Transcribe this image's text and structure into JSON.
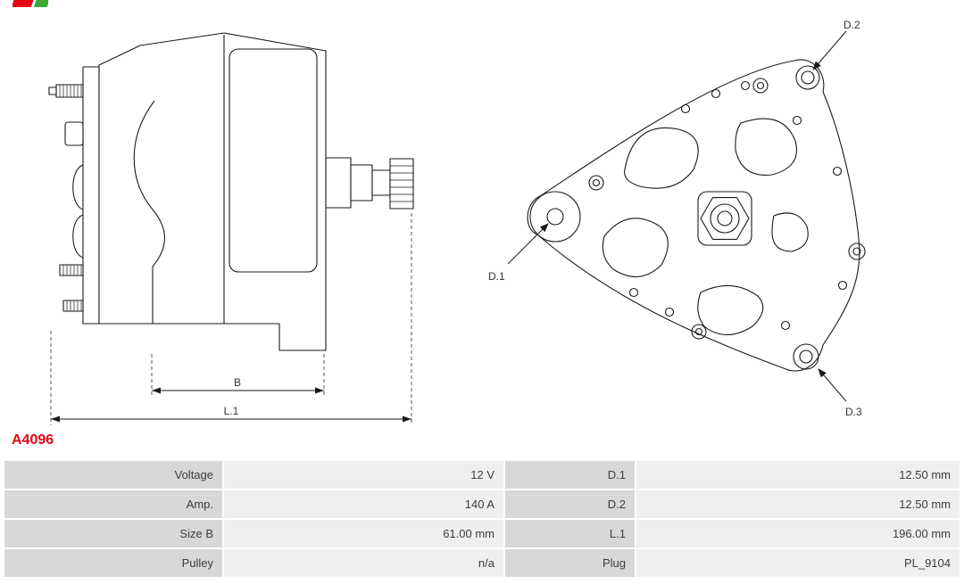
{
  "part_number": "A4096",
  "colors": {
    "part_number_red": "#e30613",
    "line_color": "#1a1a1a",
    "table_label_bg": "#d8d8d8",
    "table_value_bg": "#efefef",
    "table_text": "#3c3c3c"
  },
  "drawing": {
    "side_view": {
      "dim_b": "B",
      "dim_l1": "L.1"
    },
    "rear_view": {
      "d1": "D.1",
      "d2": "D.2",
      "d3": "D.3"
    }
  },
  "spec_table": {
    "rows": [
      {
        "label_left": "Voltage",
        "value_left": "12 V",
        "label_right": "D.1",
        "value_right": "12.50 mm"
      },
      {
        "label_left": "Amp.",
        "value_left": "140 A",
        "label_right": "D.2",
        "value_right": "12.50 mm"
      },
      {
        "label_left": "Size B",
        "value_left": "61.00 mm",
        "label_right": "L.1",
        "value_right": "196.00 mm"
      },
      {
        "label_left": "Pulley",
        "value_left": "n/a",
        "label_right": "Plug",
        "value_right": "PL_9104"
      }
    ]
  }
}
